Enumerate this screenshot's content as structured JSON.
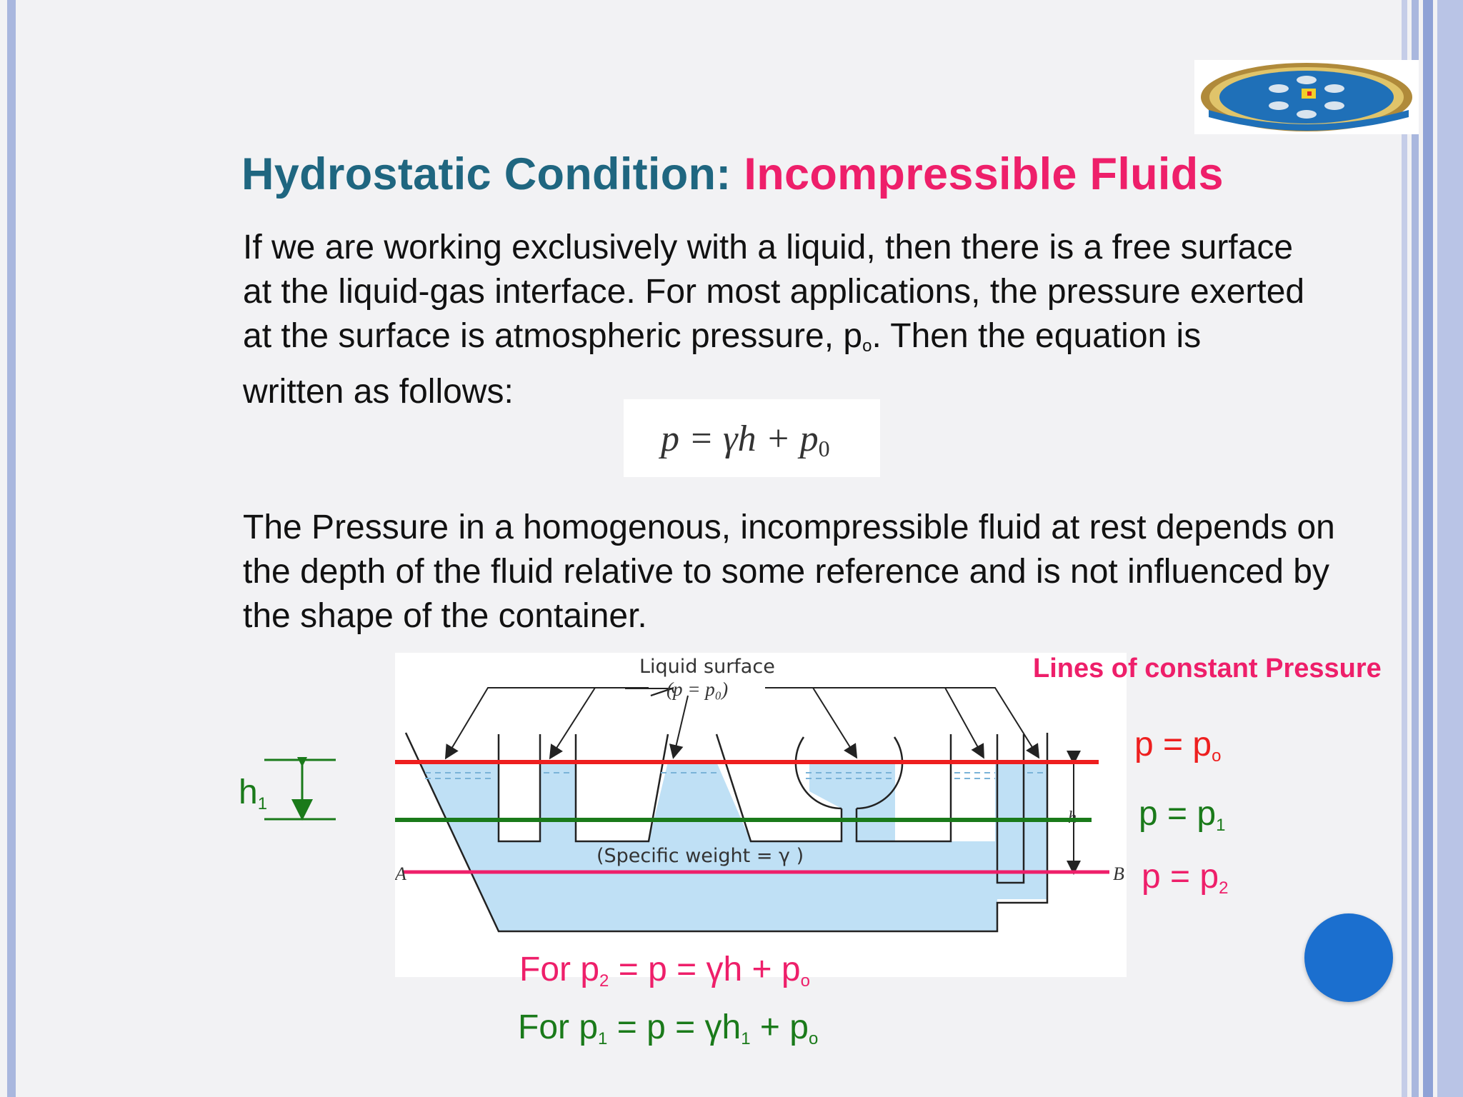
{
  "slide": {
    "title_part1": "Hydrostatic Condition: ",
    "title_part2": "Incompressible Fluids",
    "para1": {
      "line1": "If we are working exclusively with a liquid, then there is a free surface",
      "line2": "at the liquid-gas interface.  For most applications, the pressure exerted",
      "line3_a": "at the surface is atmospheric pressure, p",
      "line3_sub": "o",
      "line3_b": ".  Then the equation is",
      "line4": "written as follows:"
    },
    "equation": {
      "lhs": "p = γh + p",
      "sub": "0"
    },
    "para2": {
      "line1": "The Pressure in a homogenous, incompressible fluid at rest depends on",
      "line2": "the depth of the fluid relative to some reference and is not influenced by",
      "line3": "the shape of the container."
    }
  },
  "diagram": {
    "liquid_surface": "Liquid surface",
    "liquid_surface_eq": "(p = p₀)",
    "specific_weight": "(Specific weight = γ )",
    "point_a": "A",
    "point_b": "B",
    "h": "h",
    "constant_pressure": "Lines of constant Pressure",
    "line_colors": {
      "p0": "#ee1f1f",
      "p1": "#1a7a1a",
      "p2": "#ee1f6a"
    },
    "labels": {
      "p0_main": "p = p",
      "p0_sub": "o",
      "p1_main": "p = p",
      "p1_sub": "1",
      "p2_main": "p = p",
      "p2_sub": "2"
    },
    "h1_main": "h",
    "h1_sub": "1"
  },
  "formulas": {
    "f1_a": "For p",
    "f1_sub1": "2",
    "f1_b": " =  p = γh + p",
    "f1_sub2": "o",
    "f2_a": "For p",
    "f2_sub1": "1",
    "f2_b": " =  p = γh",
    "f2_sub2": "1",
    "f2_c": " + p",
    "f2_sub3": "o"
  }
}
